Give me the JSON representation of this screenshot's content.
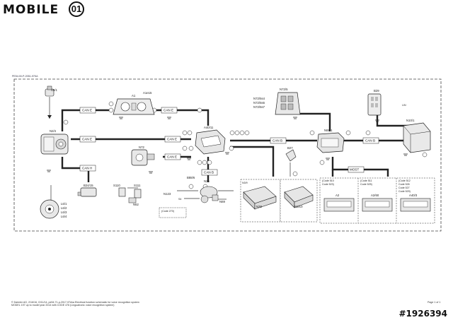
{
  "logo": {
    "text": "MOBILE",
    "badge": "01"
  },
  "doc_ref": "PE54.00-P-2051-97KA",
  "components": {
    "s9_1": "S9/1",
    "n2_4": "N2/4",
    "a1": "A1",
    "a1e15": "A1e15",
    "n72_5": "N72/5",
    "n72_5s4": "N72/5s4",
    "n72_5s6": "N72/5s6",
    "n72_5s7": "N72/5s7",
    "b29": "B29",
    "n10_1": "N10/1",
    "n69_1": "N69/1",
    "a40_11": "A40/11",
    "n72": "N72",
    "b24_15": "B24/15",
    "s110": "S110",
    "s111": "S111",
    "b88_6": "B88/6",
    "n123": "N123",
    "n62": "N62",
    "n26": "N26",
    "n69": "N69",
    "code_270": "(Code 270)",
    "l6_1": "L6/1",
    "l6_2": "L6/2",
    "l6_3": "L6/3",
    "l6_4": "L6/4",
    "n38": "N38",
    "n3_10": "N3/10",
    "b27": "B27",
    "n3_9": "N3/9",
    "a2": "A2",
    "a2_60": "A2/60",
    "a40_3": "A40/3",
    "code_510": "(Code 510",
    "code_523": "Code 523)",
    "code_511": "(Code 511",
    "code_525": "Code 525)",
    "code_512": "(Code 512",
    "code_526": "Code 526",
    "code_527": "Code 527",
    "code_529": "Code 529)"
  },
  "buses": {
    "can_e1": "CAN E",
    "can_e2": "CAN E",
    "can_e3": "CAN E",
    "can_e4": "CAN E",
    "can_e5": "CAN E",
    "can_h": "CAN H",
    "can_b1": "CAN B",
    "can_b2": "CAN B",
    "can_b3": "CAN B",
    "lin": "LIN",
    "most": "MOST"
  },
  "footer": {
    "left_line1": "© Daimler AG, 2/16/16, G/11/14, pe54.71-p-2017-97eka Electrical function schematic for voice recognition system",
    "left_line2": "MODEL 197 up to model year 2014 with CODE 476 (Linguatronic voice recognition system)",
    "right": "Page 1 of 1"
  },
  "watermark_id": "#1926394"
}
